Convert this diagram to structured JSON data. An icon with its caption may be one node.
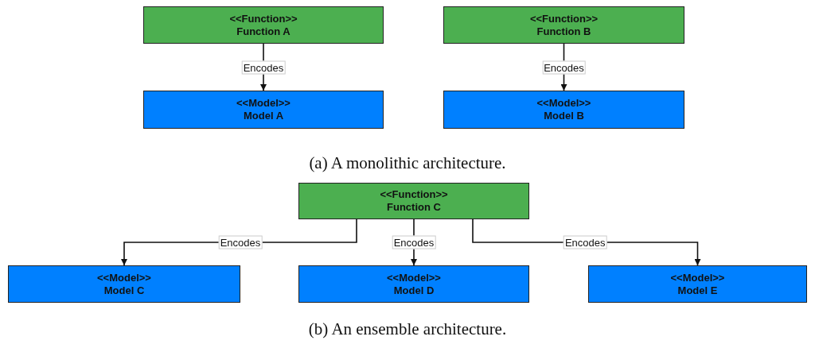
{
  "diagram": {
    "nodes": [
      {
        "text": [
          "<<Function>>",
          "Function A"
        ]
      },
      {
        "text": [
          "<<Model>>",
          "Model A"
        ]
      },
      {
        "text": [
          "<<Function>>",
          "Function B"
        ]
      },
      {
        "text": [
          "<<Model>>",
          "Model B"
        ]
      },
      {
        "text": [
          "<<Function>>",
          "Function C"
        ]
      },
      {
        "text": [
          "<<Model>>",
          "Model C"
        ]
      },
      {
        "text": [
          "<<Model>>",
          "Model D"
        ]
      },
      {
        "text": [
          "<<Model>>",
          "Model E"
        ]
      }
    ],
    "edges": [
      {
        "from": 0,
        "to": 1,
        "arrow": "to",
        "label": "Encodes"
      },
      {
        "from": 2,
        "to": 3,
        "arrow": "to",
        "label": "Encodes"
      },
      {
        "from": 4,
        "to": 5,
        "arrow": "to",
        "label": "Encodes"
      },
      {
        "from": 4,
        "to": 6,
        "arrow": "to",
        "label": "Encodes"
      },
      {
        "from": 4,
        "to": 7,
        "arrow": "to",
        "label": "Encodes"
      }
    ],
    "labels": [
      "(a) A monolithic architecture.",
      "(b) An ensemble architecture."
    ]
  }
}
